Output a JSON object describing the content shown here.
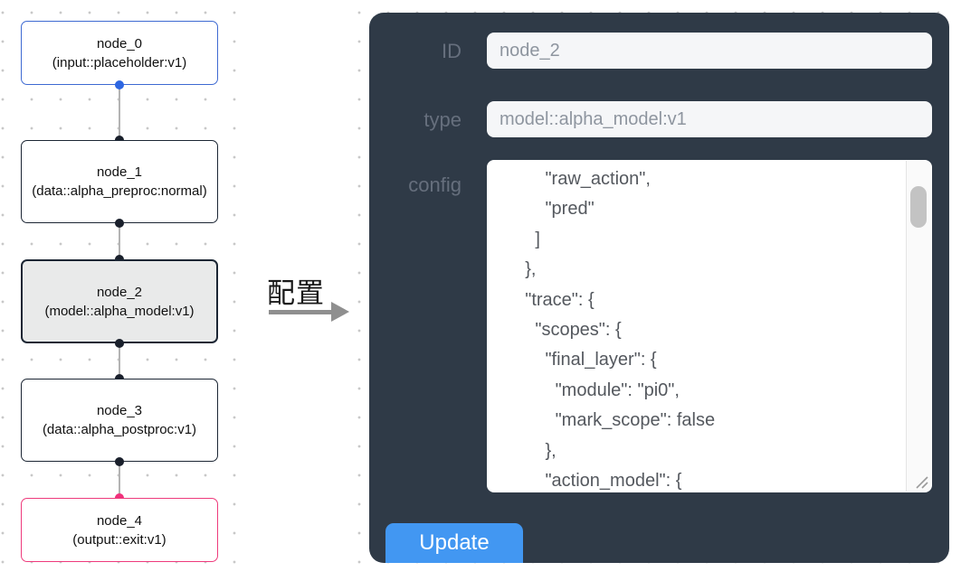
{
  "flowchart": {
    "nodes": [
      {
        "title": "node_0",
        "subtitle": "(input::placeholder:v1)",
        "variant": "input"
      },
      {
        "title": "node_1",
        "subtitle": "(data::alpha_preproc:normal)",
        "variant": "default"
      },
      {
        "title": "node_2",
        "subtitle": "(model::alpha_model:v1)",
        "variant": "selected"
      },
      {
        "title": "node_3",
        "subtitle": "(data::alpha_postproc:v1)",
        "variant": "default"
      },
      {
        "title": "node_4",
        "subtitle": "(output::exit:v1)",
        "variant": "output"
      }
    ],
    "colors": {
      "input_accent": "#3e6ad2",
      "output_accent": "#ee3b7c",
      "node_border": "#1c2634",
      "selected_bg": "#e9eaea",
      "edge": "#b4b4b4"
    }
  },
  "transition": {
    "label": "配置",
    "arrow_color": "#8f8f8f"
  },
  "inspector": {
    "panel_bg": "#2f3a47",
    "id_field": {
      "label": "ID",
      "value": "node_2"
    },
    "type_field": {
      "label": "type",
      "value": "model::alpha_model:v1"
    },
    "config_field": {
      "label": "config",
      "value": "        \"raw_action\",\n        \"pred\"\n      ]\n    },\n    \"trace\": {\n      \"scopes\": {\n        \"final_layer\": {\n          \"module\": \"pi0\",\n          \"mark_scope\": false\n        },\n        \"action_model\": {"
    },
    "update_label": "Update",
    "button_color": "#4297f2"
  }
}
